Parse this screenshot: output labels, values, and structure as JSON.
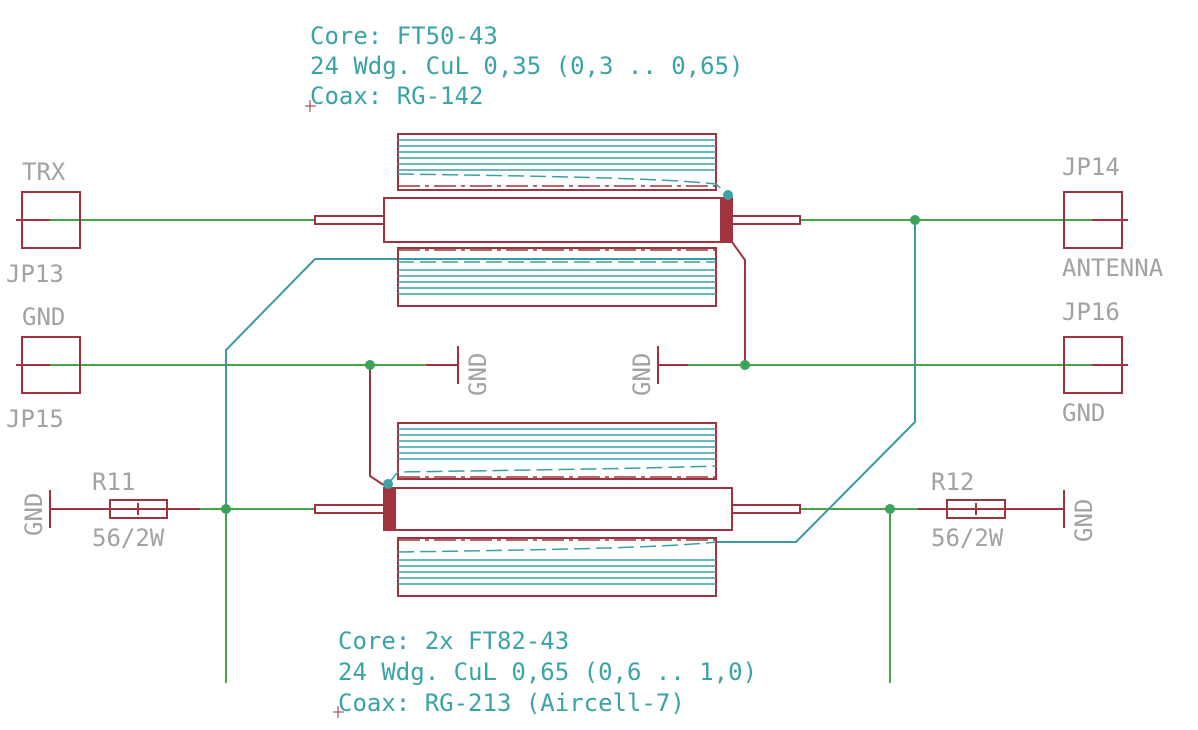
{
  "notes": {
    "top": [
      "Core: FT50-43",
      "24 Wdg. CuL 0,35 (0,3 .. 0,65)",
      "Coax: RG-142"
    ],
    "bottom": [
      "Core: 2x FT82-43",
      "24 Wdg. CuL 0,65 (0,6 .. 1,0)",
      "Coax: RG-213 (Aircell-7)"
    ]
  },
  "connectors": {
    "jp13": {
      "name": "JP13",
      "value": "TRX"
    },
    "jp15": {
      "name": "JP15",
      "value": "GND"
    },
    "jp14": {
      "name": "JP14",
      "value": "ANTENNA"
    },
    "jp16": {
      "name": "JP16",
      "value": "GND"
    }
  },
  "resistors": {
    "r11": {
      "name": "R11",
      "value": "56/2W"
    },
    "r12": {
      "name": "R12",
      "value": "56/2W"
    }
  },
  "gnd_label": "GND",
  "colors": {
    "wire": "#47a447",
    "coax_note": "#3aa3a6",
    "part": "#a0333d",
    "label": "#a2a2a2",
    "junction": "#3aa35a"
  }
}
